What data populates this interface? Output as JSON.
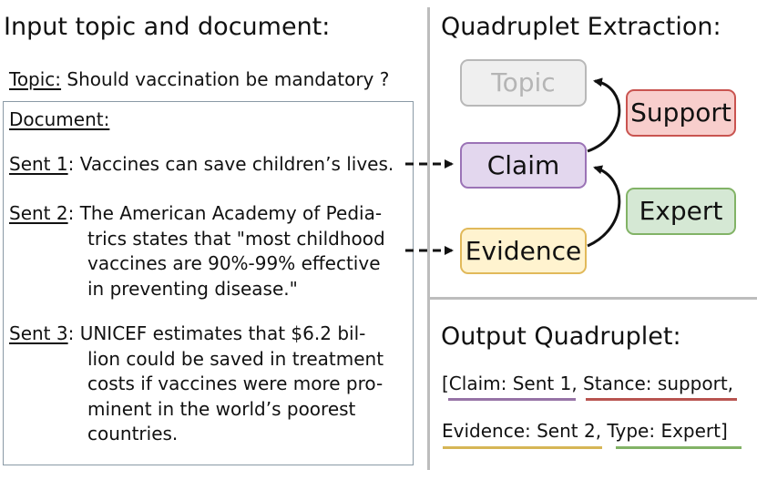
{
  "left": {
    "title": "Input topic and document:",
    "topic_label": "Topic:",
    "topic_text": " Should vaccination be mandatory ?",
    "document_label": "Document:",
    "sentences": [
      {
        "label": "Sent 1",
        "lines": [
          ": Vaccines can save children’s lives."
        ]
      },
      {
        "label": "Sent 2",
        "lines": [
          ": The American Academy of Pedia-",
          "trics states that \"most childhood",
          "vaccines are 90%-99% effective",
          "in preventing disease.\""
        ]
      },
      {
        "label": "Sent 3",
        "lines": [
          ": UNICEF estimates that $6.2 bil-",
          "lion could be saved in treatment",
          "costs if vaccines were more pro-",
          "minent in the world’s poorest",
          "countries."
        ]
      }
    ]
  },
  "right": {
    "title": "Quadruplet Extraction:",
    "nodes": {
      "topic": "Topic",
      "claim": "Claim",
      "evidence": "Evidence",
      "support": "Support",
      "expert": "Expert"
    },
    "output_title": "Output Quadruplet:",
    "output_line1": [
      "[Claim: Sent 1,",
      " Stance: support,"
    ],
    "output_line2": [
      "Evidence: Sent 2,",
      " Type: Expert]"
    ]
  },
  "colors": {
    "topic_fill": "#efefef",
    "topic_border": "#b8b8b8",
    "topic_text": "#b5b5b5",
    "claim_fill": "#e3d7ee",
    "claim_border": "#9b73b6",
    "evidence_fill": "#fff3cf",
    "evidence_border": "#e1b95a",
    "support_fill": "#f8cecc",
    "support_border": "#c95450",
    "expert_fill": "#d5e8d4",
    "expert_border": "#82b366",
    "claim_underline": "#9673a6",
    "stance_underline": "#b85450",
    "evidence_underline": "#d6b656",
    "type_underline": "#82b366"
  }
}
